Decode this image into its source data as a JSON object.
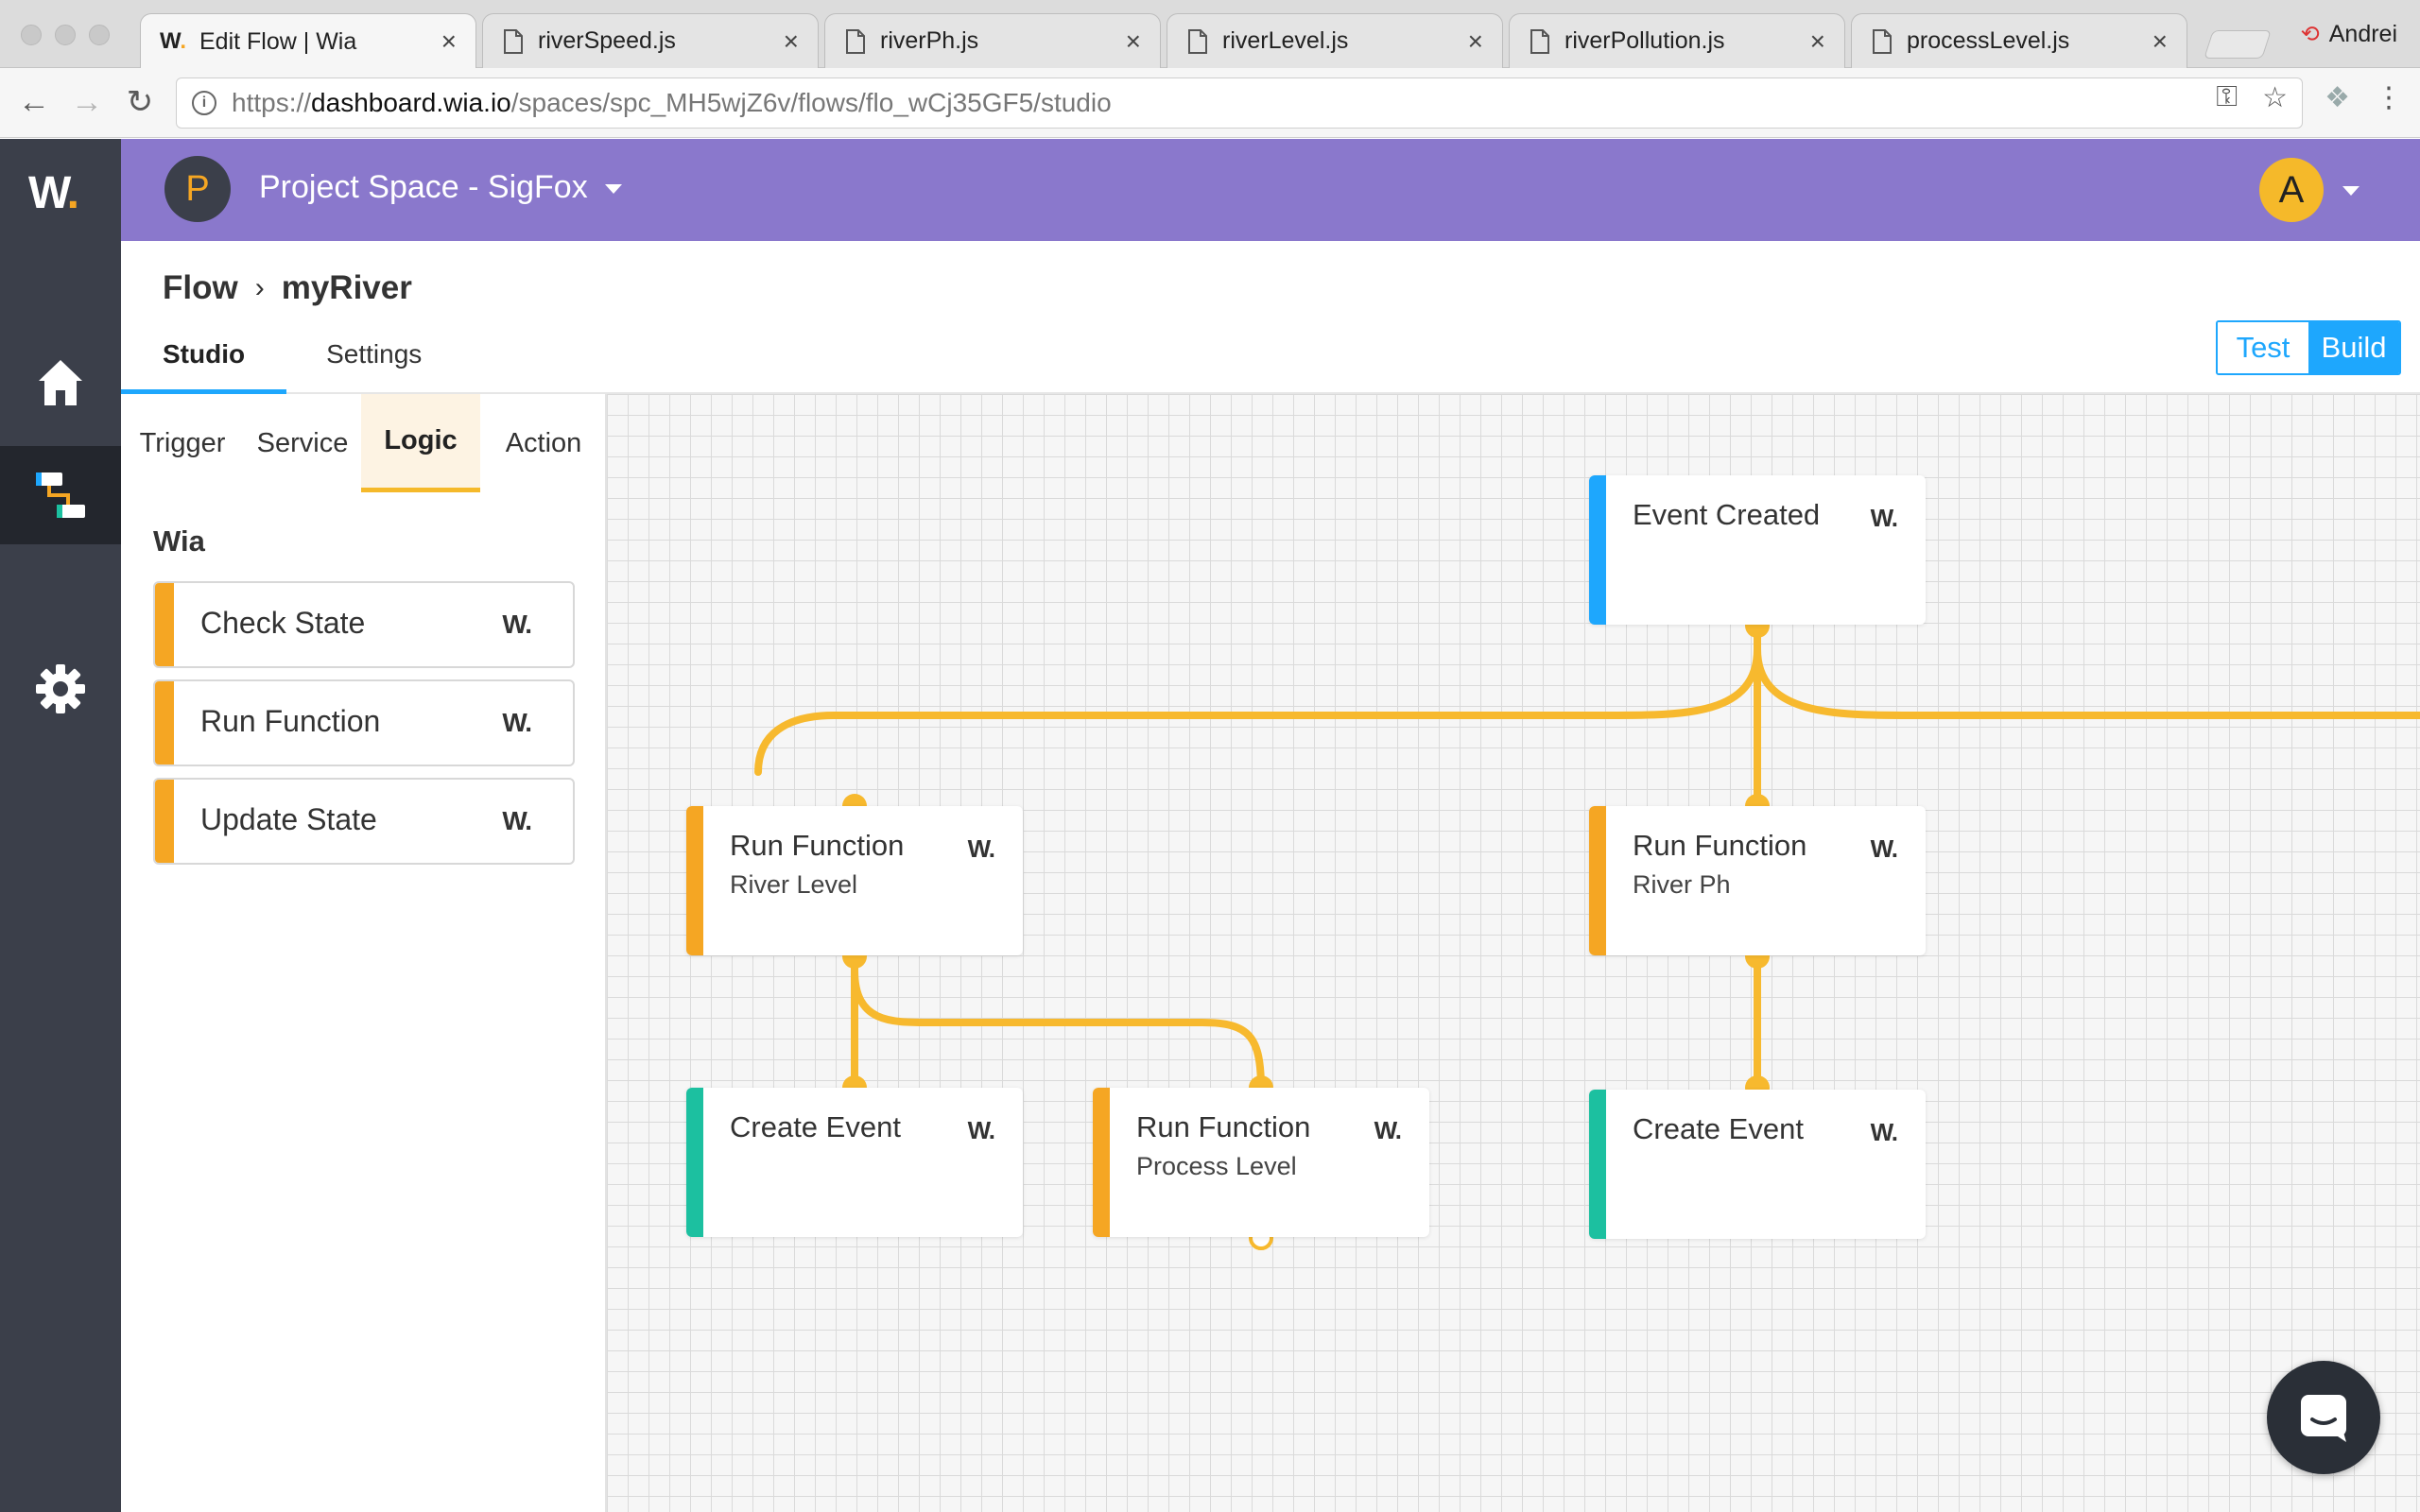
{
  "browser": {
    "tabs": [
      {
        "title": "Edit Flow | Wia",
        "favicon": "wia-logo-icon",
        "active": true
      },
      {
        "title": "riverSpeed.js",
        "favicon": "file-icon"
      },
      {
        "title": "riverPh.js",
        "favicon": "file-icon"
      },
      {
        "title": "riverLevel.js",
        "favicon": "file-icon"
      },
      {
        "title": "riverPollution.js",
        "favicon": "file-icon"
      },
      {
        "title": "processLevel.js",
        "favicon": "file-icon"
      }
    ],
    "close_glyph": "×",
    "profile_name": "Andrei",
    "url_prefix": "https://",
    "url_host": "dashboard.wia.io",
    "url_path": "/spaces/spc_MH5wjZ6v/flows/flo_wCj35GF5/studio"
  },
  "app": {
    "logo_text": "W",
    "logo_dot": ".",
    "space_initial": "P",
    "space_name": "Project Space - SigFox",
    "user_initial": "A",
    "sidebar_icons": [
      "home-icon",
      "devices-chip-icon",
      "flows-icon",
      "settings-gear-icon"
    ]
  },
  "header": {
    "breadcrumb_root": "Flow",
    "breadcrumb_sep": "›",
    "breadcrumb_current": "myRiver",
    "tabs": [
      "Studio",
      "Settings"
    ],
    "mode_test": "Test",
    "mode_build": "Build"
  },
  "panel": {
    "tabs": [
      "Trigger",
      "Service",
      "Logic",
      "Action"
    ],
    "active_tab": "Logic",
    "section": "Wia",
    "blocks": [
      {
        "label": "Check State"
      },
      {
        "label": "Run Function"
      },
      {
        "label": "Update State"
      }
    ]
  },
  "wia_mark": "W",
  "wia_mark_dot": ".",
  "canvas": {
    "nodes": [
      {
        "id": "event-created",
        "title": "Event Created",
        "subtitle": "",
        "kind": "trigger"
      },
      {
        "id": "run-river-level",
        "title": "Run Function",
        "subtitle": "River Level",
        "kind": "logic"
      },
      {
        "id": "run-river-ph",
        "title": "Run Function",
        "subtitle": "River Ph",
        "kind": "logic"
      },
      {
        "id": "create-event-1",
        "title": "Create Event",
        "subtitle": "",
        "kind": "action"
      },
      {
        "id": "run-process-level",
        "title": "Run Function",
        "subtitle": "Process Level",
        "kind": "logic"
      },
      {
        "id": "create-event-2",
        "title": "Create Event",
        "subtitle": "",
        "kind": "action"
      }
    ]
  },
  "colors": {
    "trigger": "#1ea7fd",
    "logic": "#f5a623",
    "action": "#1cc0a0",
    "wire": "#f7b92e",
    "topbar": "#8a78cc",
    "sidebar": "#3b3f4a"
  }
}
